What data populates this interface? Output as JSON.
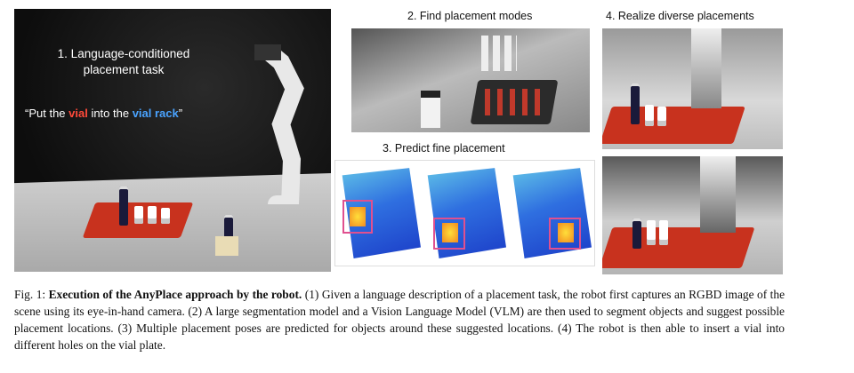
{
  "panel1": {
    "title_line1": "1. Language-conditioned",
    "title_line2": "placement task",
    "quote_pre": "“Put the ",
    "quote_obj": "vial",
    "quote_mid": " into the ",
    "quote_target": "vial rack",
    "quote_post": "”"
  },
  "panel2": {
    "heading": "2. Find placement modes"
  },
  "panel3": {
    "heading": "3. Predict fine placement"
  },
  "panel4": {
    "heading": "4. Realize diverse placements"
  },
  "caption": {
    "label": "Fig. 1: ",
    "bold": "Execution of the AnyPlace approach by the robot.",
    "text": " (1) Given a language description of a placement task, the robot first captures an RGBD image of the scene using its eye-in-hand camera. (2) A large segmentation model and a Vision Language Model (VLM) are then used to segment objects and suggest possible placement locations. (3) Multiple placement poses are predicted for objects around these suggested locations. (4) The robot is then able to insert a vial into different holes on the vial plate."
  },
  "colors": {
    "object_word": "#ff4a3a",
    "target_word": "#4aa3ff",
    "highlight_box": "#e0508f",
    "rack_red": "#c8321e"
  }
}
